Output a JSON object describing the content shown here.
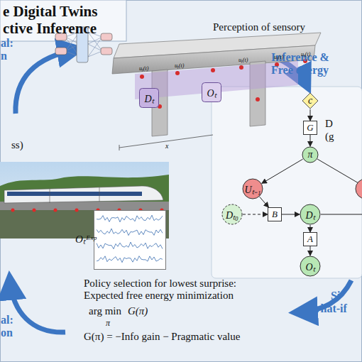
{
  "diagram": {
    "title": "e Digital Twins ctive Inference",
    "nodes": [
      {
        "text": [
          "Dₜ"
        ]
      },
      {
        "text": [
          "Oₜ"
        ]
      },
      {
        "text": [
          "Oₜᴱˣᵖ"
        ]
      },
      {
        "text": [
          "c"
        ]
      },
      {
        "text": [
          "G"
        ]
      },
      {
        "text": [
          "π"
        ]
      },
      {
        "text": [
          "Uₜ₋₁"
        ]
      },
      {
        "text": [
          "Dₜ₀"
        ]
      },
      {
        "text": [
          "B"
        ]
      },
      {
        "text": [
          "Dₜ"
        ]
      },
      {
        "text": [
          "A"
        ]
      },
      {
        "text": [
          "Oₜ"
        ]
      }
    ],
    "edges": [
      {
        "from": 3,
        "to": 4,
        "arrow": "to"
      },
      {
        "from": 4,
        "to": 5,
        "arrow": "to"
      },
      {
        "from": 5,
        "to": 6,
        "arrow": "to"
      },
      {
        "from": 6,
        "to": 8,
        "arrow": "to"
      },
      {
        "from": 7,
        "to": 8,
        "arrow": "to"
      },
      {
        "from": 8,
        "to": 9,
        "arrow": "to"
      },
      {
        "from": 9,
        "to": 10,
        "arrow": "to"
      },
      {
        "from": 10,
        "to": 11,
        "arrow": "to"
      }
    ],
    "labels": [
      "Perception of sensory",
      "al:",
      "n",
      "ss)",
      "Inference &",
      "Free energy",
      "D",
      "(g",
      "Policy selection for lowest surprise:",
      "Expected free energy minimization",
      "arg min",
      "π",
      "G(π)",
      "G(π) = −Info gain − Pragmatic value",
      "Si",
      "what-if",
      "al:",
      "on",
      "x",
      "uᵧ(t)",
      "uᵧ(t)",
      "uᵧ(t)",
      "uᵧ(t)",
      "uᵧ(t)"
    ]
  }
}
